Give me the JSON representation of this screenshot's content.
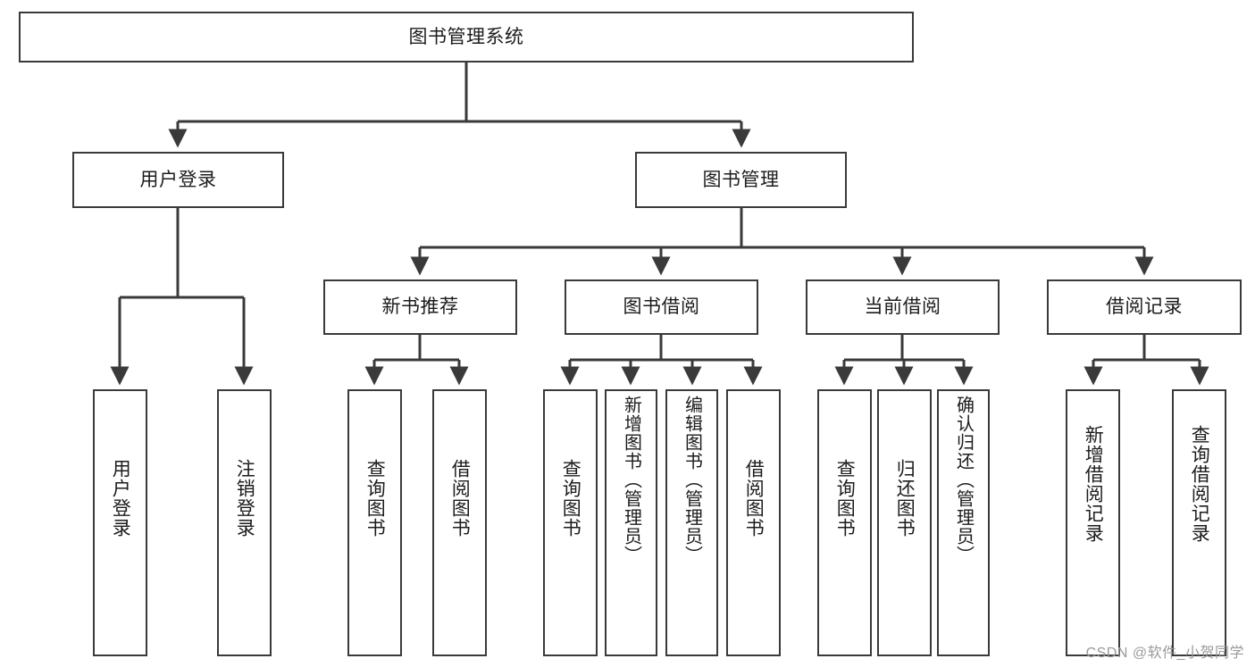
{
  "diagram": {
    "title": "图书管理系统",
    "type": "tree",
    "root": {
      "id": "root",
      "label": "图书管理系统"
    },
    "level1": [
      {
        "id": "user-login",
        "label": "用户登录"
      },
      {
        "id": "book-manage",
        "label": "图书管理"
      }
    ],
    "level2": [
      {
        "id": "new-book-recommend",
        "label": "新书推荐",
        "parent": "book-manage"
      },
      {
        "id": "book-borrow",
        "label": "图书借阅",
        "parent": "book-manage"
      },
      {
        "id": "current-borrow",
        "label": "当前借阅",
        "parent": "book-manage"
      },
      {
        "id": "borrow-record",
        "label": "借阅记录",
        "parent": "book-manage"
      }
    ],
    "leaves": [
      {
        "id": "leaf-user-login",
        "label": "用户登录",
        "parent": "user-login"
      },
      {
        "id": "leaf-user-logout",
        "label": "注销登录",
        "parent": "user-login"
      },
      {
        "id": "leaf-query-book-1",
        "label": "查询图书",
        "parent": "new-book-recommend"
      },
      {
        "id": "leaf-borrow-book-1",
        "label": "借阅图书",
        "parent": "new-book-recommend"
      },
      {
        "id": "leaf-query-book-2",
        "label": "查询图书",
        "parent": "book-borrow"
      },
      {
        "id": "leaf-add-book",
        "label": "新增图书（管理员）",
        "parent": "book-borrow"
      },
      {
        "id": "leaf-edit-book",
        "label": "编辑图书（管理员）",
        "parent": "book-borrow"
      },
      {
        "id": "leaf-borrow-book-2",
        "label": "借阅图书",
        "parent": "book-borrow"
      },
      {
        "id": "leaf-query-book-3",
        "label": "查询图书",
        "parent": "current-borrow"
      },
      {
        "id": "leaf-return-book",
        "label": "归还图书",
        "parent": "current-borrow"
      },
      {
        "id": "leaf-confirm-return",
        "label": "确认归还（管理员）",
        "parent": "current-borrow"
      },
      {
        "id": "leaf-add-record",
        "label": "新增借阅记录",
        "parent": "borrow-record"
      },
      {
        "id": "leaf-query-record",
        "label": "查询借阅记录",
        "parent": "borrow-record"
      }
    ],
    "colors": {
      "stroke": "#3a3a3a",
      "fill": "#ffffff",
      "text": "#1c1c1c",
      "watermark": "#9a9a9a"
    }
  },
  "watermark": {
    "text": "CSDN @软件_小贺同学"
  }
}
